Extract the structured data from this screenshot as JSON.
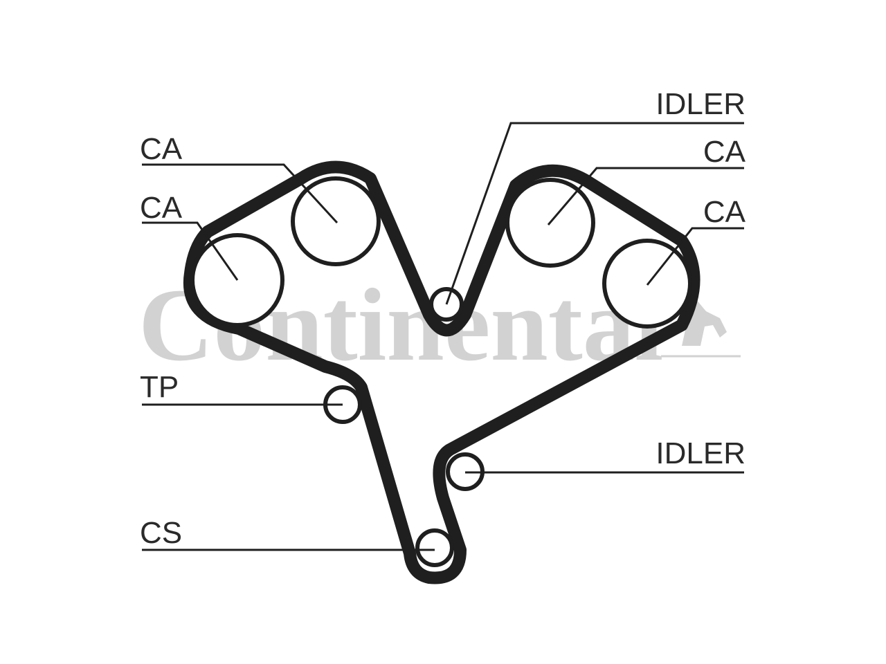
{
  "watermark": {
    "brand_text": "Continental",
    "logo_icon": "rearing-horse-icon"
  },
  "labels": {
    "ca_top_left": "CA",
    "ca_mid_left": "CA",
    "tp": "TP",
    "cs": "CS",
    "idler_top": "IDLER",
    "ca_top_right": "CA",
    "ca_mid_right": "CA",
    "idler_bottom": "IDLER"
  },
  "colors": {
    "line": "#1f1f1f",
    "watermark": "#d2d2d2",
    "background": "#ffffff"
  }
}
